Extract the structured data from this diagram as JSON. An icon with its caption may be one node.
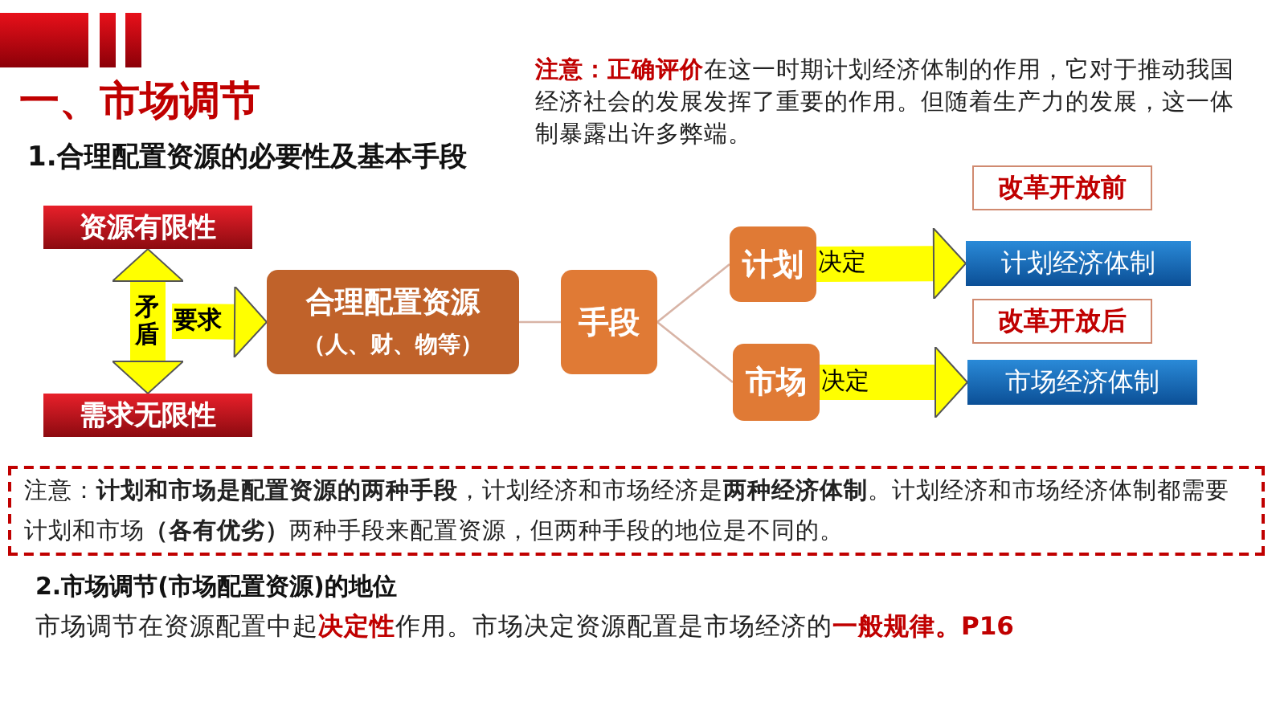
{
  "diagram": {
    "title": "一、市场调节",
    "nodes": [
      {
        "text": [
          "资源有限性"
        ]
      },
      {
        "text": [
          "需求无限性"
        ]
      },
      {
        "text": [
          "合理配置资源",
          "（人、财、物等）"
        ]
      },
      {
        "text": [
          "手段"
        ]
      },
      {
        "text": [
          "计划"
        ]
      },
      {
        "text": [
          "市场"
        ]
      },
      {
        "text": [
          "计划经济体制"
        ]
      },
      {
        "text": [
          "市场经济体制"
        ]
      },
      {
        "text": [
          "改革开放前"
        ]
      },
      {
        "text": [
          "改革开放后"
        ]
      },
      {
        "text": [
          "注意：**计划和市场是配置资源的两种手段**，计划经济和市场经济是**两种经济体制**。计划经济和市场经济体制都需要计划和市场**（各有优劣）**两种手段来配置资源，但两种手段的地位是不同的。"
        ]
      }
    ],
    "edges": [
      {
        "from": 0,
        "to": 1,
        "arrow": "both",
        "label": "矛盾"
      },
      {
        "from": null,
        "to": 2,
        "arrow": "to",
        "label": "要求"
      },
      {
        "from": 2,
        "to": 3,
        "arrow": "none",
        "color": "#d8b4a6"
      },
      {
        "from": 3,
        "to": 4,
        "arrow": "none",
        "color": "#d8b4a6"
      },
      {
        "from": 3,
        "to": 5,
        "arrow": "none",
        "color": "#d8b4a6"
      },
      {
        "from": 4,
        "to": 6,
        "arrow": "to",
        "label": "决定"
      },
      {
        "from": 5,
        "to": 7,
        "arrow": "to",
        "label": "决定"
      }
    ],
    "labels": [
      "1.合理配置资源的必要性及基本手段",
      "**注意：正确评价**在这一时期计划经济体制的作用，它对于推动我国经济社会的发展发挥了重要的作用。但随着生产力的发展，这一体制暴露出许多弊端。",
      "2.市场调节(市场配置资源)的地位",
      "市场调节在资源配置中起**决定性**作用。市场决定资源配置是市场经济的**一般规律。P16**"
    ]
  }
}
